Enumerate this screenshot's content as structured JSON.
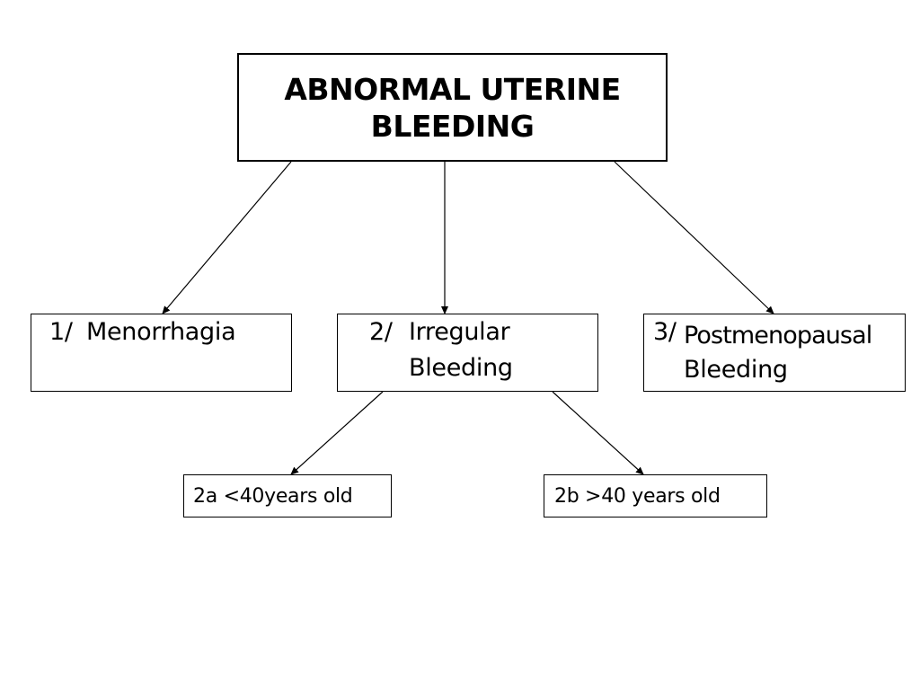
{
  "root": {
    "line1": "ABNORMAL UTERINE",
    "line2": "BLEEDING"
  },
  "categories": [
    {
      "prefix": "1/",
      "line1": "Menorrhagia",
      "line2": ""
    },
    {
      "prefix": "2/",
      "line1": "Irregular",
      "line2": "Bleeding"
    },
    {
      "prefix": "3/",
      "line1": "Postmenopausal",
      "line2": "Bleeding"
    }
  ],
  "subcategories": [
    {
      "label": "2a <40years old"
    },
    {
      "label": "2b >40 years old"
    }
  ],
  "colors": {
    "line": "#000000",
    "background": "#ffffff"
  }
}
